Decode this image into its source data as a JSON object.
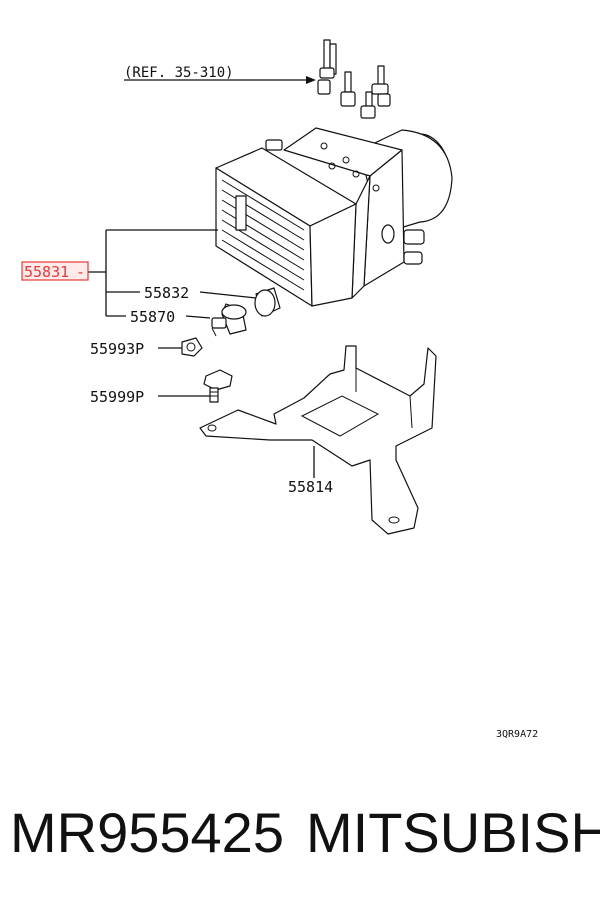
{
  "diagram": {
    "ref_note": "(REF. 35-310)",
    "callouts": {
      "c1": "55831",
      "c2": "55832",
      "c3": "55870",
      "c4": "55993P",
      "c5": "55999P",
      "c6": "55814"
    },
    "highlight_color": "#e23b3b",
    "drawing_code": "3QR9A72"
  },
  "footer": {
    "part_number": "MR955425",
    "brand": "MITSUBISHI"
  }
}
